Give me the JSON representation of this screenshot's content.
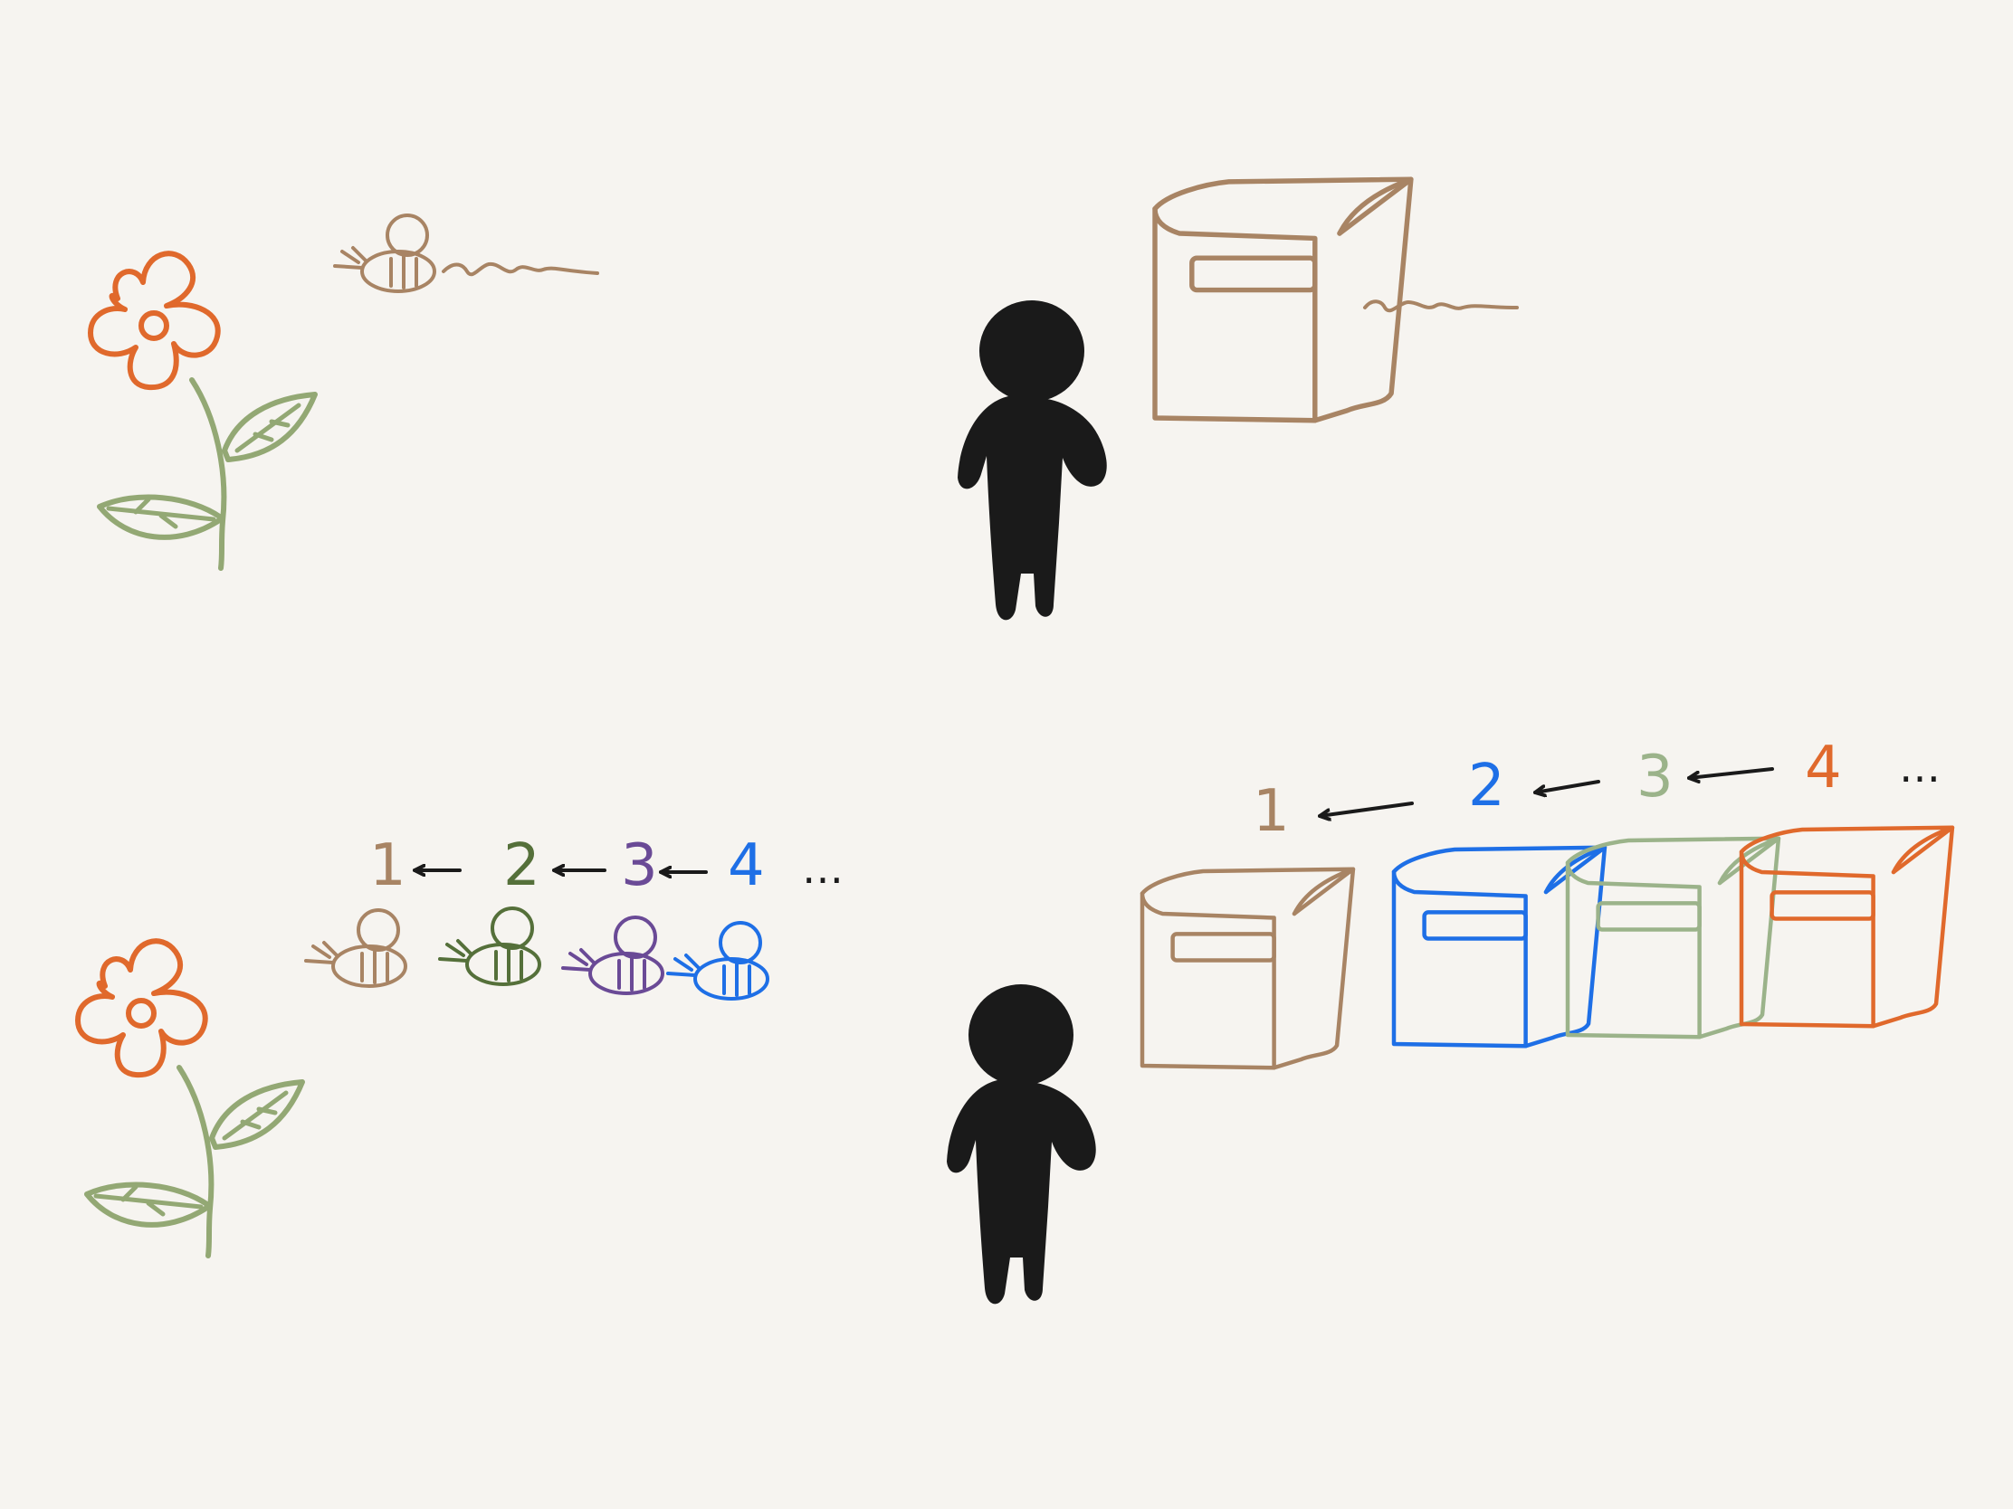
{
  "colors": {
    "background": "#f6f4f0",
    "tan": "#a88464",
    "orange": "#e0692c",
    "leaf": "#93a874",
    "dark_green": "#55703a",
    "purple": "#6a4a96",
    "blue": "#1e6fe6",
    "sage": "#9bb38a",
    "black": "#1a1a1a"
  },
  "bee_queue": {
    "labels": [
      {
        "text": "1",
        "color": "#a88464"
      },
      {
        "text": "2",
        "color": "#55703a"
      },
      {
        "text": "3",
        "color": "#6a4a96"
      },
      {
        "text": "4",
        "color": "#1e6fe6"
      }
    ],
    "more": "…"
  },
  "box_queue": {
    "labels": [
      {
        "text": "1",
        "color": "#a88464"
      },
      {
        "text": "2",
        "color": "#1e6fe6"
      },
      {
        "text": "3",
        "color": "#9bb38a"
      },
      {
        "text": "4",
        "color": "#e0692c"
      }
    ],
    "more": "…"
  }
}
